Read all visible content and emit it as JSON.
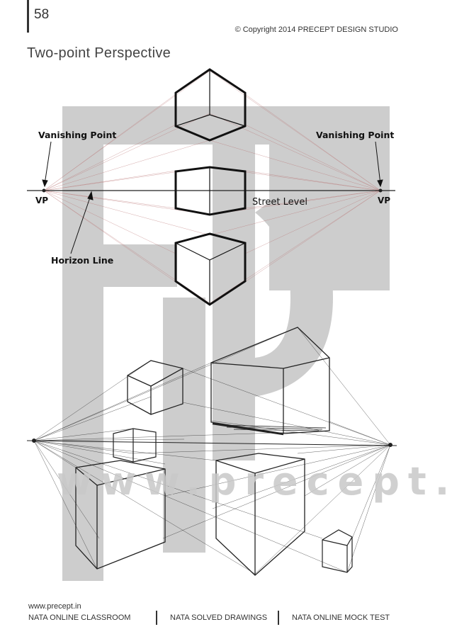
{
  "page": {
    "number": "58",
    "copyright": "Copyright 2014 PRECEPT DESIGN STUDIO",
    "copyright_symbol": "©",
    "title": "Two-point Perspective"
  },
  "diagram": {
    "label_vp_left_top": "Vanishing Point",
    "label_vp_right_top": "Vanishing Point",
    "label_vp_left": "VP",
    "label_vp_right": "VP",
    "label_street": "Street Level",
    "label_horizon": "Horizon Line"
  },
  "watermark": {
    "text": "www.precept.in",
    "color": "#c8c8c8"
  },
  "footer": {
    "url": "www.precept.in",
    "links": [
      "NATA ONLINE CLASSROOM",
      "NATA SOLVED DRAWINGS",
      "NATA ONLINE MOCK TEST"
    ]
  }
}
